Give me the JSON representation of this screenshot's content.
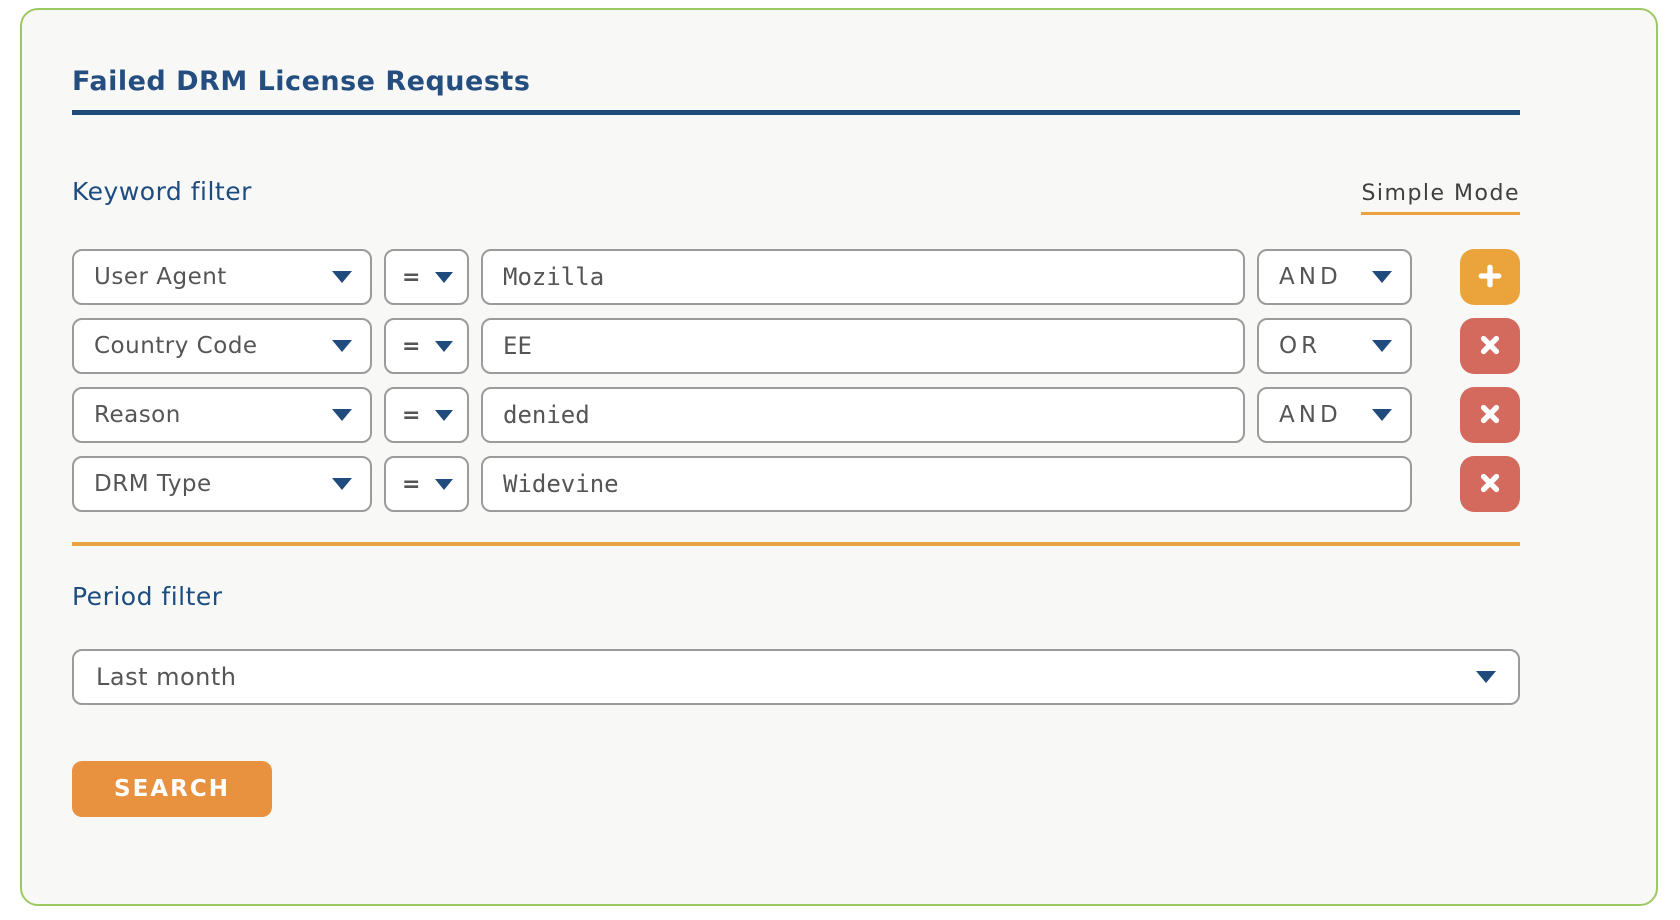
{
  "panel": {
    "title": "Failed DRM License Requests"
  },
  "keyword_filter": {
    "heading": "Keyword filter",
    "simple_mode_label": "Simple Mode",
    "rows": [
      {
        "field": "User Agent",
        "operator": "=",
        "value": "Mozilla",
        "boolean": "AND",
        "action": "add"
      },
      {
        "field": "Country Code",
        "operator": "=",
        "value": "EE",
        "boolean": "OR",
        "action": "remove"
      },
      {
        "field": "Reason",
        "operator": "=",
        "value": "denied",
        "boolean": "AND",
        "action": "remove"
      },
      {
        "field": "DRM Type",
        "operator": "=",
        "value": "Widevine",
        "boolean": "",
        "action": "remove"
      }
    ]
  },
  "period_filter": {
    "heading": "Period filter",
    "selected": "Last month"
  },
  "search_button_label": "SEARCH",
  "colors": {
    "card_border_green": "#9dc962",
    "navy": "#1f4b7d",
    "orange_accent": "#e9a440",
    "search_orange": "#e8923f",
    "remove_red": "#d4695e",
    "text_gray": "#555555",
    "box_border_gray": "#9b9b9b",
    "card_background": "#f8f8f6"
  }
}
